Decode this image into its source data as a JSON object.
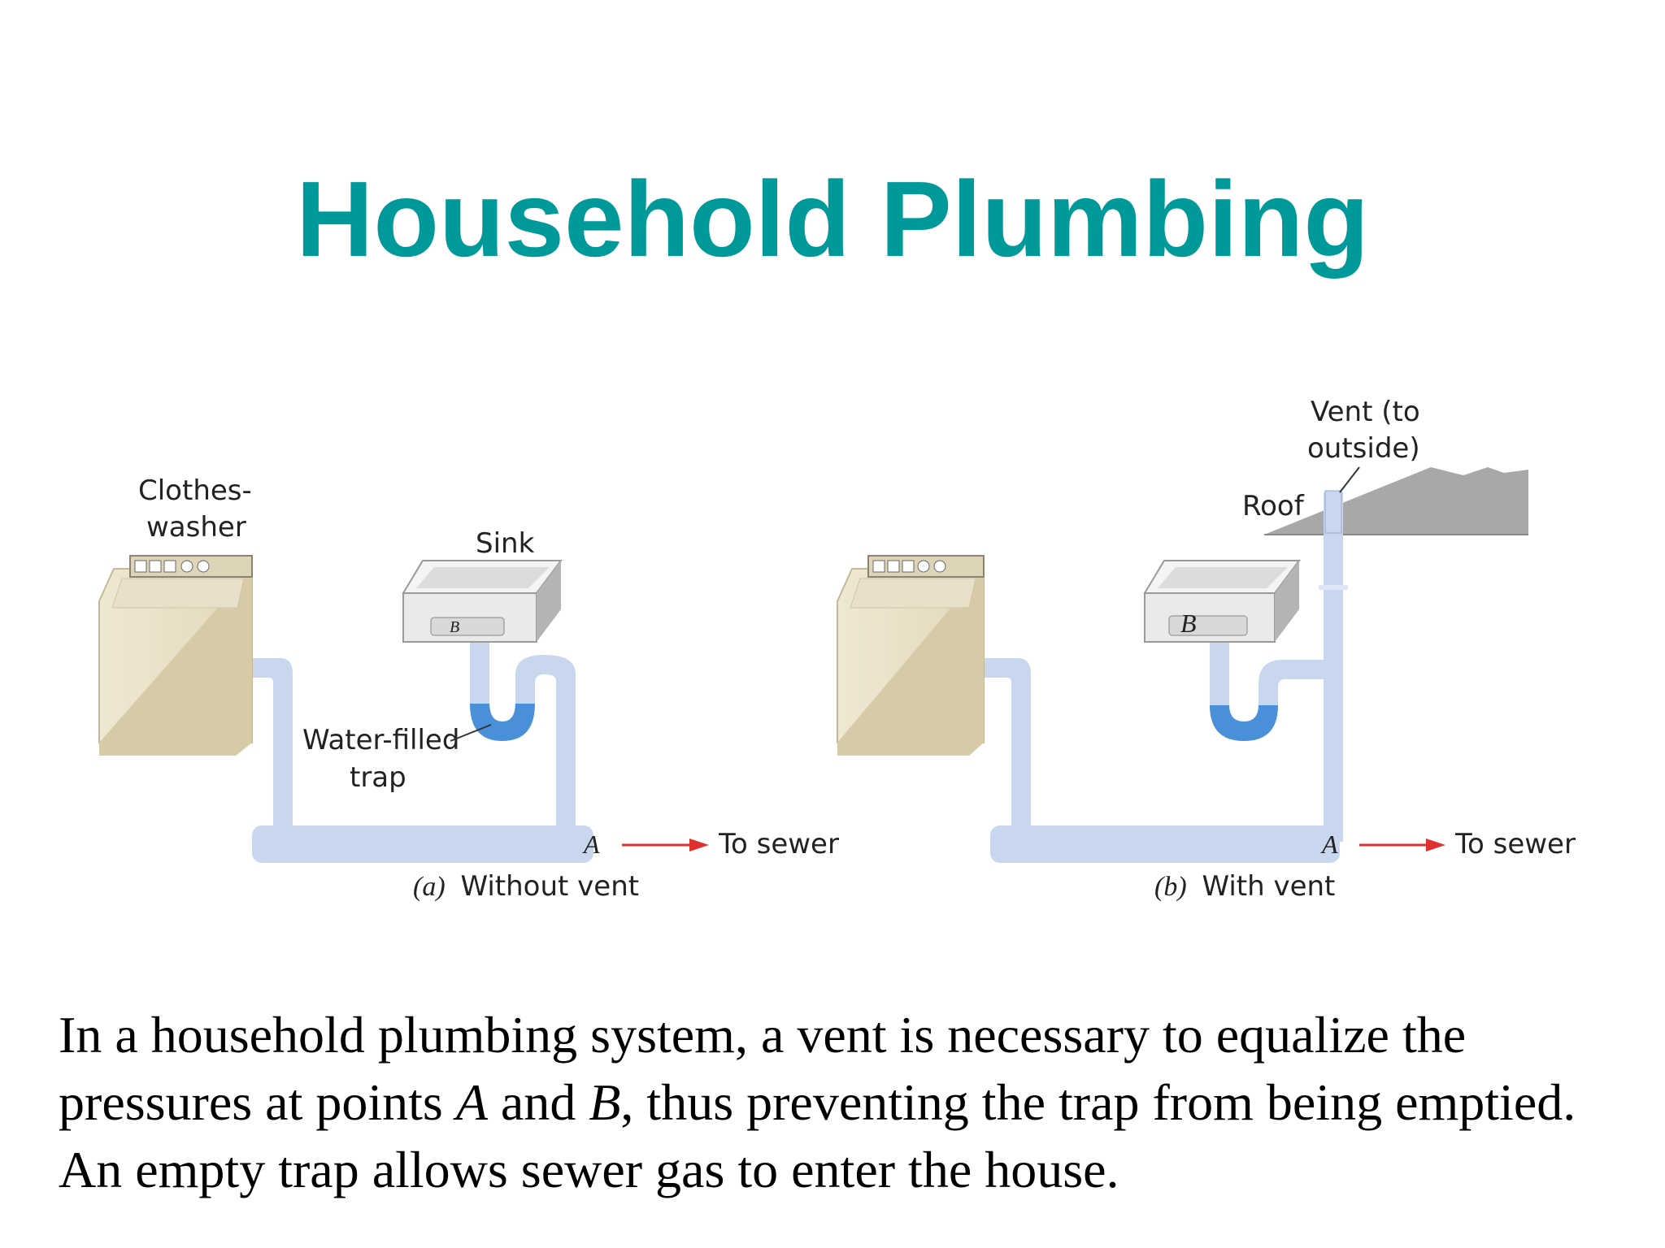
{
  "title": "Household Plumbing",
  "labels": {
    "clothes_washer_1": "Clothes-",
    "clothes_washer_2": "washer",
    "sink": "Sink",
    "trap_1": "Water-filled",
    "trap_2": "trap",
    "roof": "Roof",
    "vent_1": "Vent (to",
    "vent_2": "outside)",
    "point_a": "A",
    "point_b": "B",
    "to_sewer": "To sewer",
    "caption_a_letter": "(a)",
    "caption_a_text": "Without vent",
    "caption_b_letter": "(b)",
    "caption_b_text": "With vent"
  },
  "caption": {
    "part1": "In a household plumbing system, a vent is necessary to equalize the pressures at points ",
    "a": "A",
    "part2": " and ",
    "b": "B",
    "part3": ", thus preventing the trap from being emptied. An empty trap allows sewer gas to enter the house."
  },
  "colors": {
    "title": "#00999a",
    "pipe": "#c8d6ee",
    "water": "#4a90d9",
    "arrow": "#e03030",
    "roof": "#a8a8a8",
    "appliance": "#ece4cc"
  }
}
